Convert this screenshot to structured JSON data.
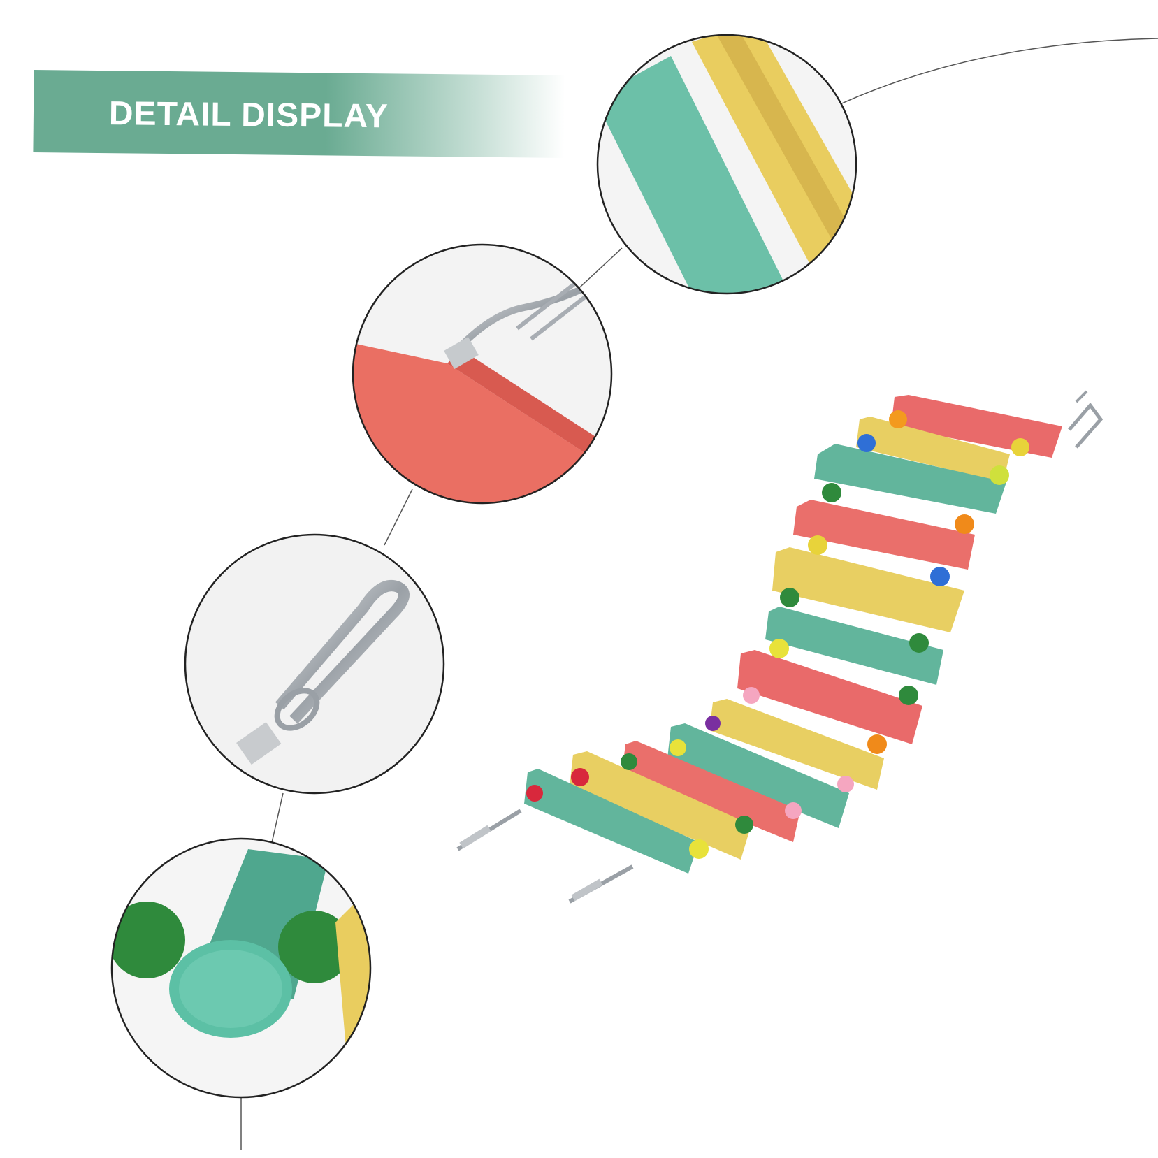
{
  "banner": {
    "title": "DETAIL DISPLAY"
  },
  "colors": {
    "banner": "#6aab92",
    "green": "#62b59c",
    "yellow": "#e8cf62",
    "red": "#e96a6a",
    "metal": "#bfc3c7"
  },
  "detail_circles": [
    {
      "name": "wood-rungs-closeup"
    },
    {
      "name": "clip-and-plank-closeup"
    },
    {
      "name": "snap-hook-closeup"
    },
    {
      "name": "rung-end-and-beads-closeup"
    }
  ],
  "product": {
    "name": "colorful-wooden-ladder-bridge"
  }
}
